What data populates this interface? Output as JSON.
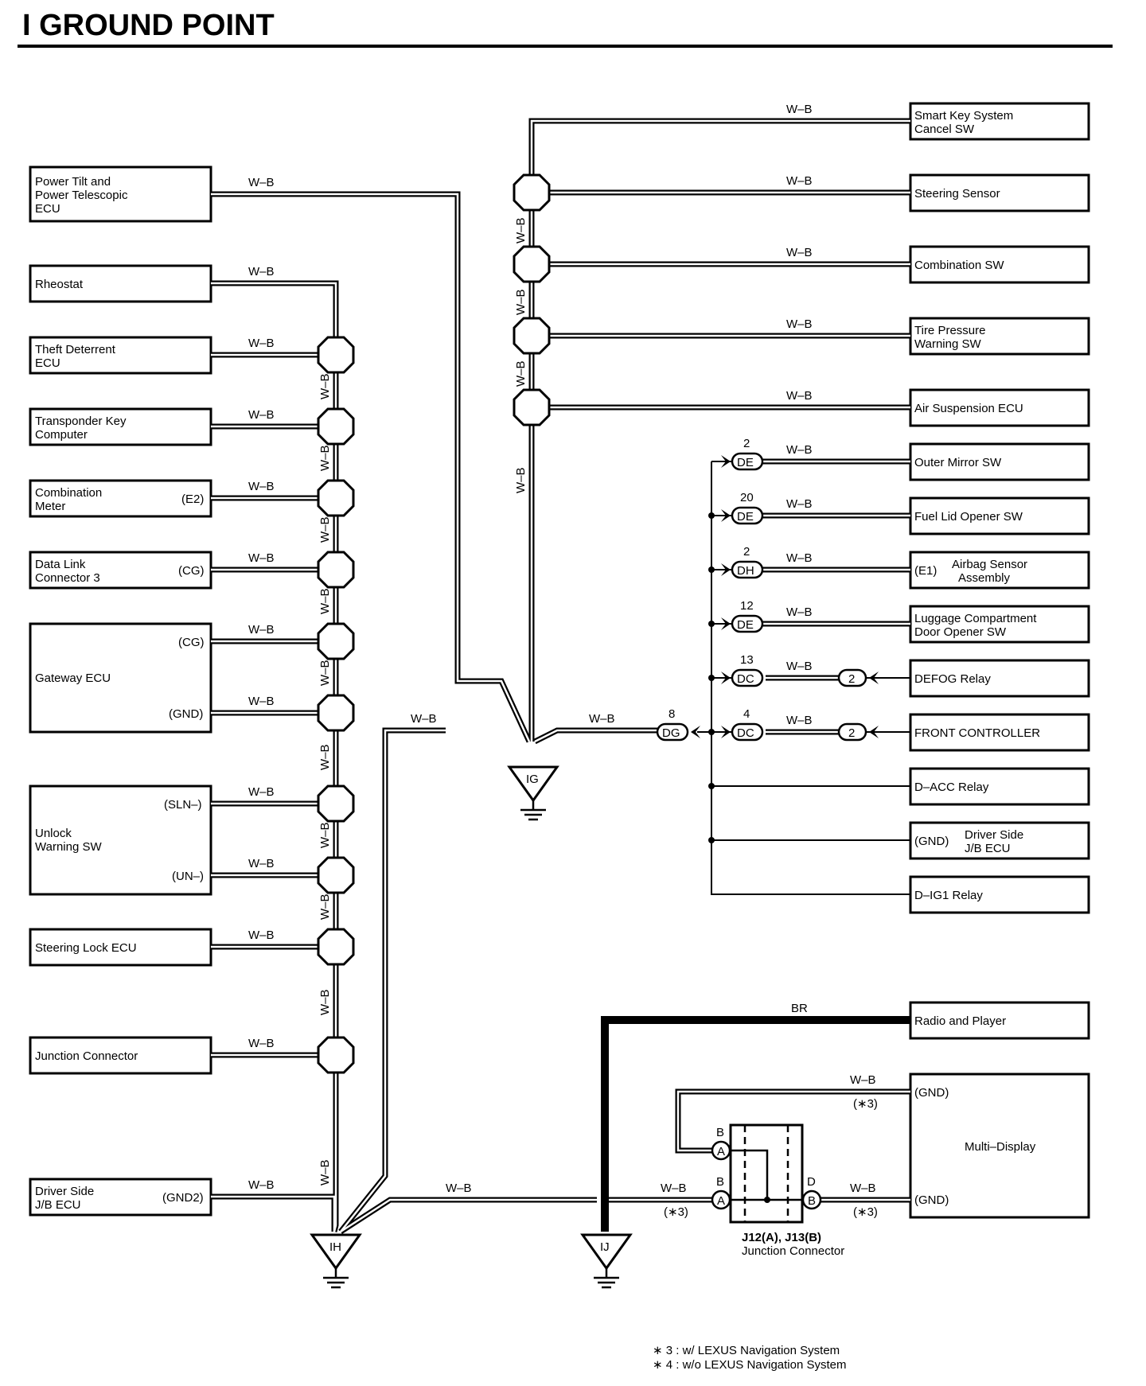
{
  "title": "I  GROUND POINT",
  "wire_color_wb": "W–B",
  "wire_color_br": "BR",
  "left_components": {
    "power_tilt": [
      "Power Tilt and",
      "Power Telescopic",
      "ECU"
    ],
    "rheostat": [
      "Rheostat"
    ],
    "theft_deterrent": [
      "Theft Deterrent",
      "ECU"
    ],
    "transponder": [
      "Transponder Key",
      "Computer"
    ],
    "combination_meter": [
      "Combination",
      "Meter"
    ],
    "combination_meter_pin": "(E2)",
    "data_link": [
      "Data Link",
      "Connector 3"
    ],
    "data_link_pin": "(CG)",
    "gateway": [
      "Gateway ECU"
    ],
    "gateway_pin_cg": "(CG)",
    "gateway_pin_gnd": "(GND)",
    "unlock_warning": [
      "Unlock",
      "Warning SW"
    ],
    "unlock_pin_sln": "(SLN–)",
    "unlock_pin_un": "(UN–)",
    "steering_lock": [
      "Steering Lock ECU"
    ],
    "junction_connector": [
      "Junction Connector"
    ],
    "driver_jb": [
      "Driver Side",
      "J/B ECU"
    ],
    "driver_jb_pin": "(GND2)"
  },
  "right_components": {
    "smart_key": [
      "Smart Key System",
      "Cancel SW"
    ],
    "steering_sensor": [
      "Steering Sensor"
    ],
    "combination_sw": [
      "Combination SW"
    ],
    "tire_pressure": [
      "Tire Pressure",
      "Warning SW"
    ],
    "air_suspension": [
      "Air Suspension ECU"
    ],
    "outer_mirror": [
      "Outer Mirror SW"
    ],
    "fuel_lid": [
      "Fuel Lid Opener SW"
    ],
    "airbag": [
      "Airbag Sensor",
      "Assembly"
    ],
    "airbag_pin": "(E1)",
    "luggage": [
      "Luggage Compartment",
      "Door Opener SW"
    ],
    "defog": [
      "DEFOG Relay"
    ],
    "front_controller": [
      "FRONT CONTROLLER"
    ],
    "dacc": [
      "D–ACC Relay"
    ],
    "driver_jb_right": [
      "Driver Side",
      "J/B ECU"
    ],
    "driver_jb_right_pin": "(GND)",
    "dig1": [
      "D–IG1 Relay"
    ],
    "radio": [
      "Radio and Player"
    ],
    "multi_display": [
      "Multi–Display"
    ],
    "multi_display_pin_top": "(GND)",
    "multi_display_pin_bottom": "(GND)"
  },
  "connectors": {
    "de_2": {
      "num": "2",
      "code": "DE"
    },
    "de_20": {
      "num": "20",
      "code": "DE"
    },
    "dh_2": {
      "num": "2",
      "code": "DH"
    },
    "de_12": {
      "num": "12",
      "code": "DE"
    },
    "dc_13": {
      "num": "13",
      "code": "DC"
    },
    "dc_4": {
      "num": "4",
      "code": "DC"
    },
    "dg_8": {
      "num": "8",
      "code": "DG"
    },
    "relay_pin_2a": "2",
    "relay_pin_2b": "2"
  },
  "grounds": {
    "ig": "IG",
    "ih": "IH",
    "ij": "IJ"
  },
  "junction": {
    "name": "J12(A), J13(B)",
    "desc": "Junction Connector",
    "pin_a": "A",
    "pin_b": "B",
    "pin_d": "D",
    "note3": "(∗3)"
  },
  "footnotes": [
    "∗ 3 : w/ LEXUS Navigation System",
    "∗ 4 : w/o LEXUS Navigation System"
  ]
}
